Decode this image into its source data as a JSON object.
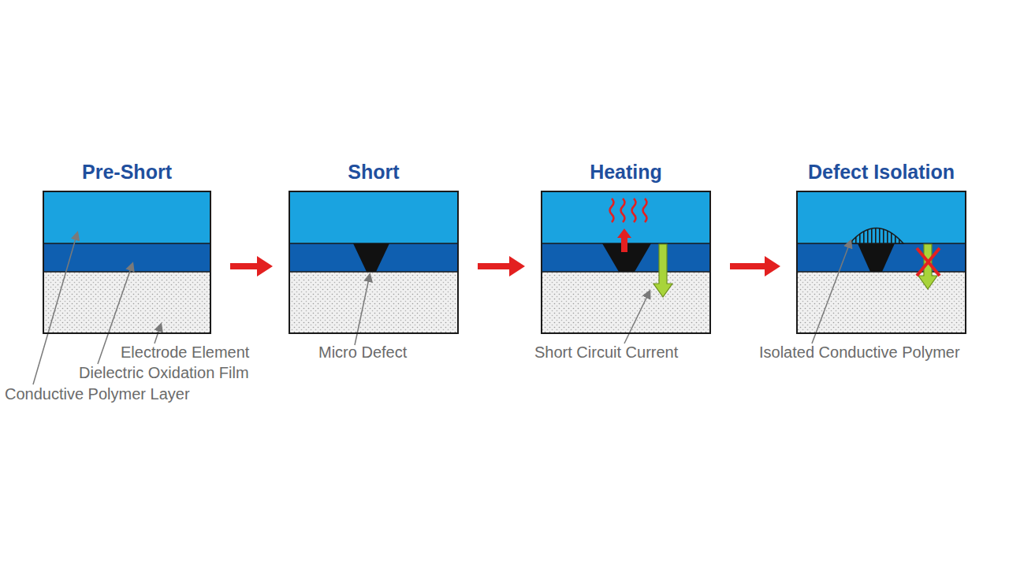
{
  "diagram": {
    "nodes": [
      {
        "text": [
          "Pre-Short"
        ]
      },
      {
        "text": [
          "Short"
        ]
      },
      {
        "text": [
          "Heating"
        ]
      },
      {
        "text": [
          "Defect Isolation"
        ]
      }
    ],
    "edges": [
      {
        "from": 0,
        "to": 1,
        "arrow": "to"
      },
      {
        "from": 1,
        "to": 2,
        "arrow": "to"
      },
      {
        "from": 2,
        "to": 3,
        "arrow": "to"
      }
    ],
    "labels": [
      "Electrode Element",
      "Dielectric Oxidation Film",
      "Conductive Polymer Layer",
      "Micro Defect",
      "Short Circuit Current",
      "Isolated Conductive Polymer"
    ]
  }
}
